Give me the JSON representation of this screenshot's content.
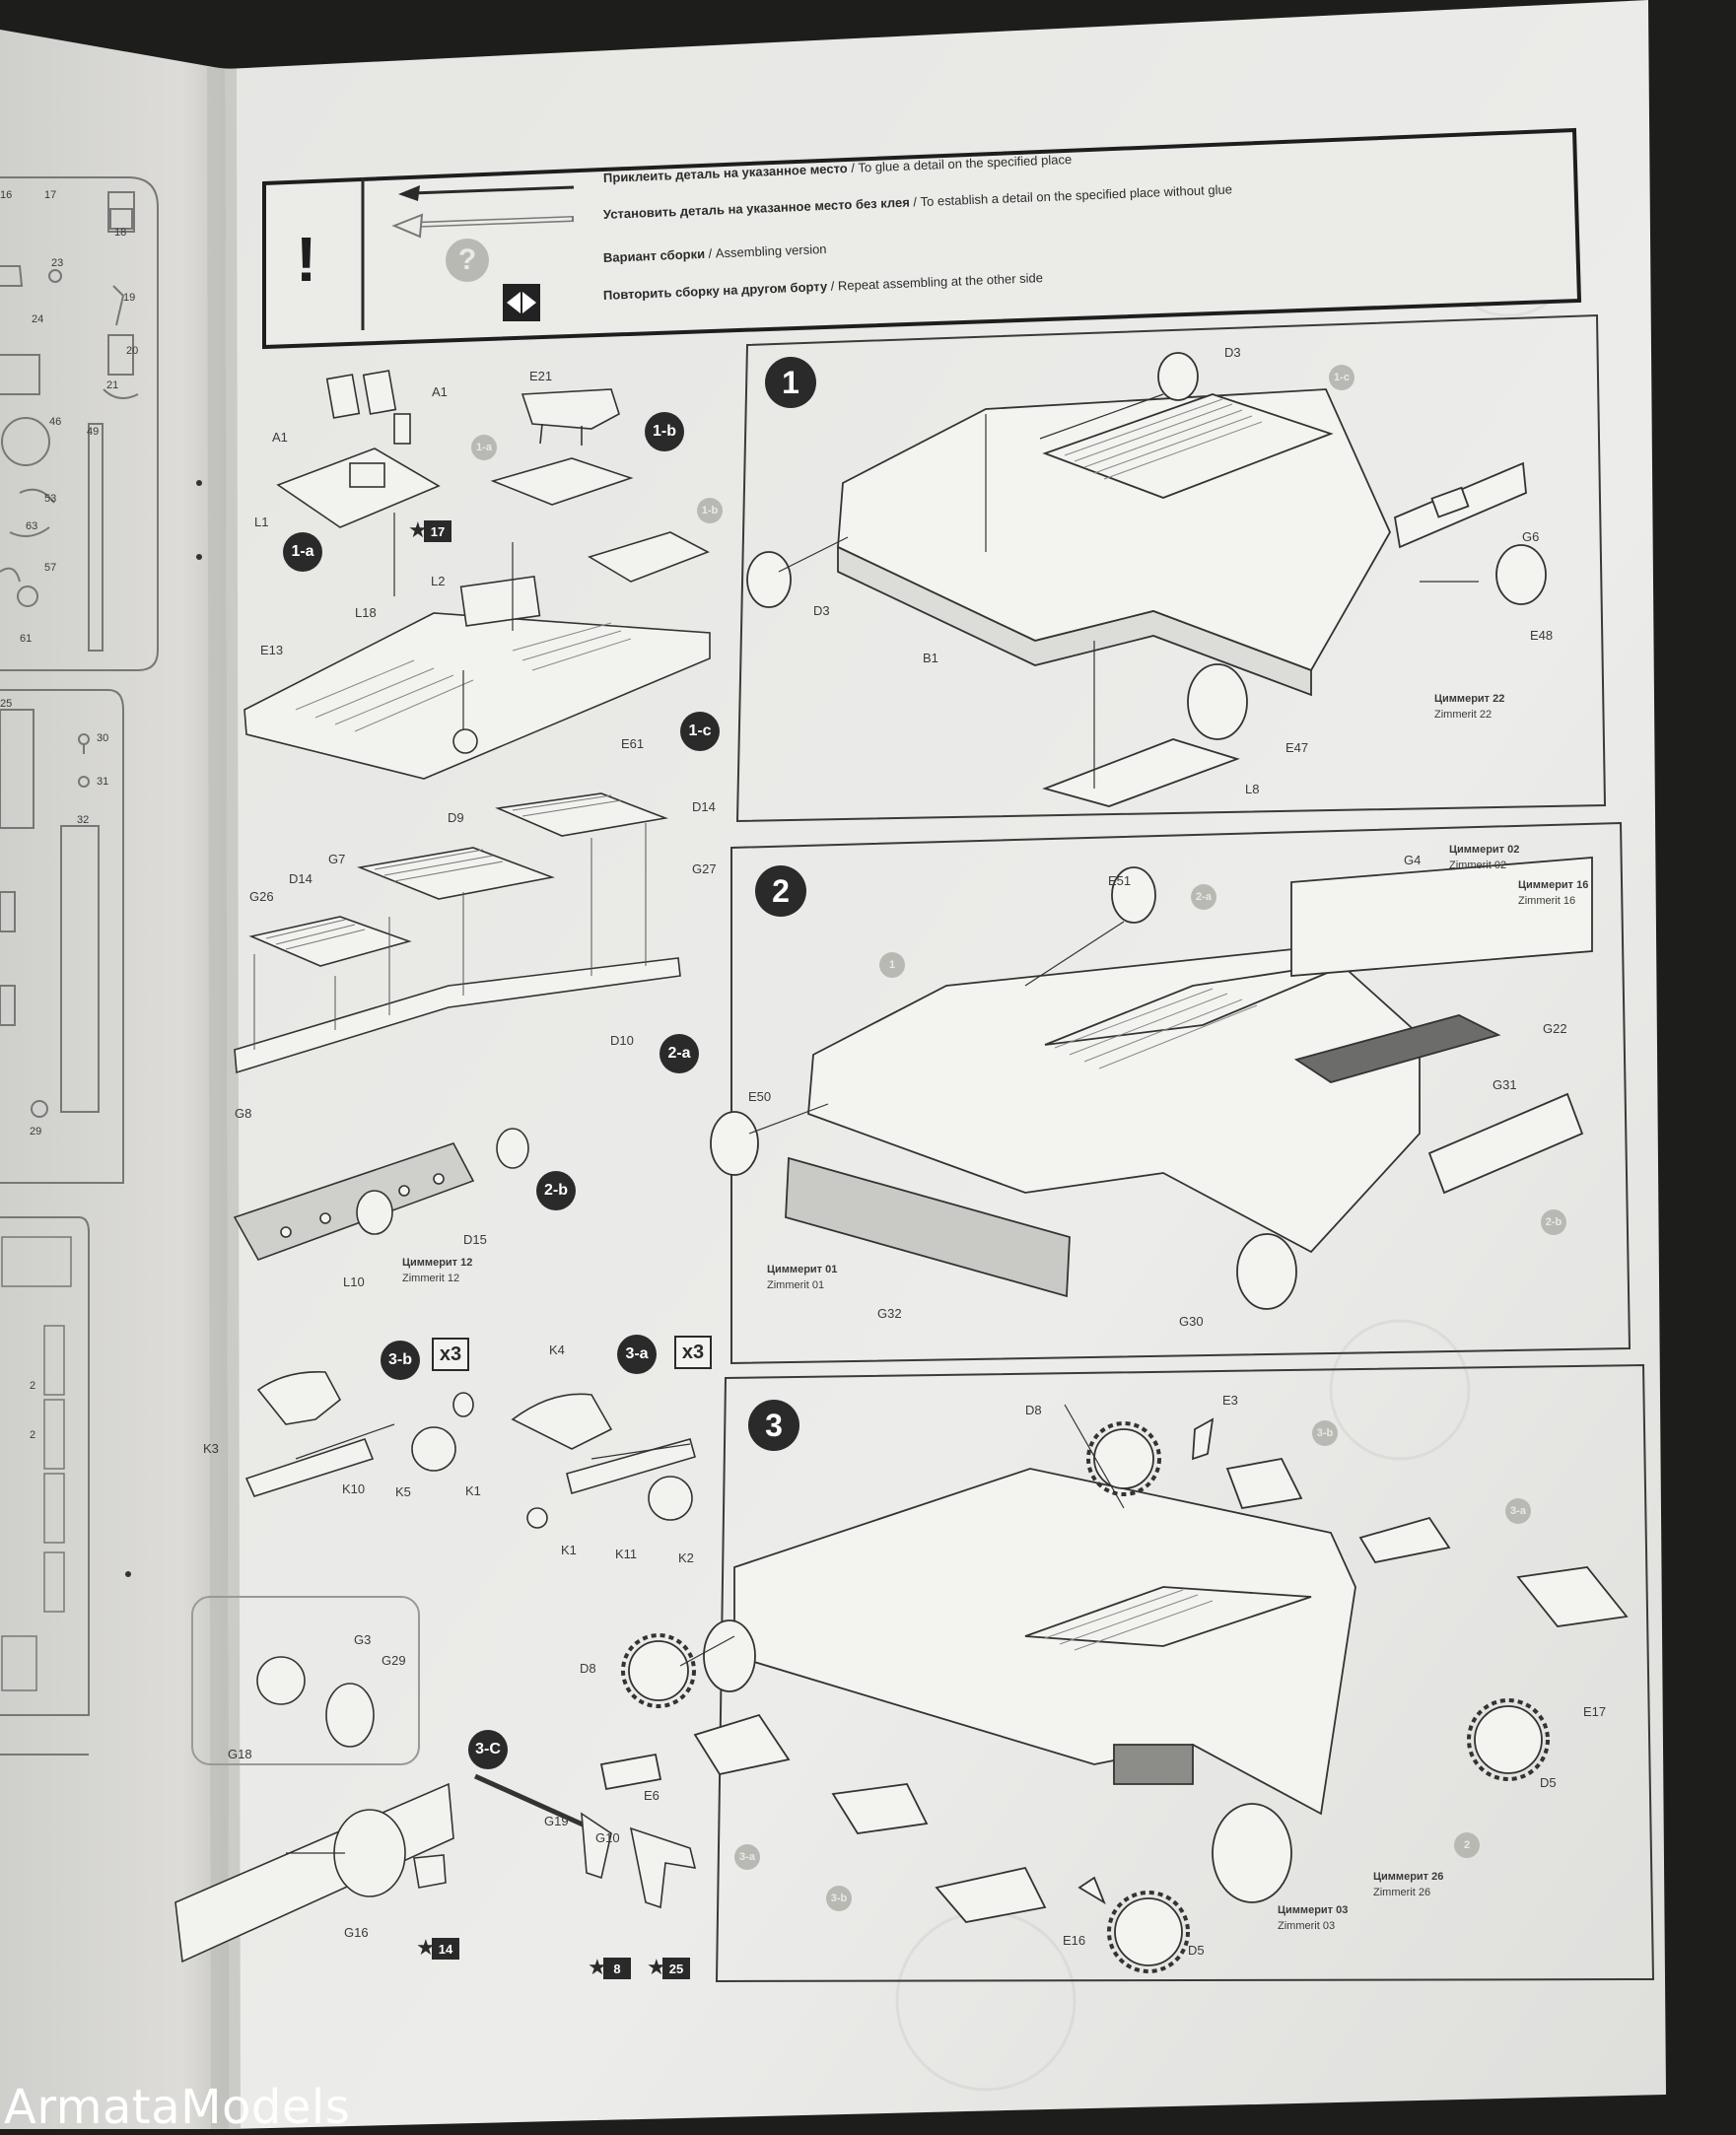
{
  "legend": {
    "items": [
      {
        "ru": "Приклеить деталь на указанное место",
        "en": "To glue a detail on the specified place"
      },
      {
        "ru": "Установить деталь на указанное место без клея",
        "en": "To establish a detail on the specified place without glue"
      },
      {
        "ru": "Вариант сборки",
        "en": "Assembling version"
      },
      {
        "ru": "Повторить сборку на другом борту",
        "en": "Repeat assembling at the other side"
      }
    ],
    "separator": " / ",
    "warn_symbol": "!",
    "question_symbol": "?"
  },
  "steps": {
    "s1": "1",
    "s2": "2",
    "s3": "3",
    "s1a": "1-a",
    "s1b": "1-b",
    "s1c": "1-c",
    "s2a": "2-a",
    "s2b": "2-b",
    "s3a": "3-a",
    "s3b": "3-b",
    "s3c": "3-C",
    "x3": "x3"
  },
  "paint_refs": {
    "r17": "17",
    "r14": "14",
    "r8": "8",
    "r25": "25"
  },
  "zimmerit": {
    "z22_ru": "Циммерит 22",
    "z22_en": "Zimmerit 22",
    "z02_ru": "Циммерит 02",
    "z02_en": "Zimmerit 02",
    "z16_ru": "Циммерит 16",
    "z16_en": "Zimmerit 16",
    "z01_ru": "Циммерит 01",
    "z01_en": "Zimmerit 01",
    "z12_ru": "Циммерит 12",
    "z12_en": "Zimmerit 12",
    "z26_ru": "Циммерит 26",
    "z26_en": "Zimmerit 26",
    "z03_ru": "Циммерит 03",
    "z03_en": "Zimmerit 03"
  },
  "parts": {
    "A1": "A1",
    "L1": "L1",
    "E21": "E21",
    "L2": "L2",
    "L18": "L18",
    "E13": "E13",
    "E61": "E61",
    "D9": "D9",
    "D14": "D14",
    "G7": "G7",
    "G26": "G26",
    "G27": "G27",
    "D10": "D10",
    "G8": "G8",
    "D15": "D15",
    "L10": "L10",
    "K3": "K3",
    "K10": "K10",
    "K5": "K5",
    "K1": "K1",
    "K4": "K4",
    "K11": "K11",
    "K2": "K2",
    "G3": "G3",
    "G29": "G29",
    "G18": "G18",
    "G16": "G16",
    "G19": "G19",
    "G10": "G10",
    "D3": "D3",
    "G6": "G6",
    "B1": "B1",
    "E48": "E48",
    "E47": "E47",
    "L8": "L8",
    "G4": "G4",
    "E51": "E51",
    "E50": "E50",
    "G22": "G22",
    "G31": "G31",
    "G32": "G32",
    "G30": "G30",
    "D8": "D8",
    "E3": "E3",
    "E6": "E6",
    "E17": "E17",
    "D5": "D5",
    "E16": "E16"
  },
  "sprue": {
    "n16": "16",
    "n17": "17",
    "n18": "18",
    "n19": "19",
    "n20": "20",
    "n21": "21",
    "n23": "23",
    "n24": "24",
    "n46": "46",
    "n49": "49",
    "n53": "53",
    "n63": "63",
    "n57": "57",
    "n61": "61",
    "n25": "25",
    "n30": "30",
    "n31": "31",
    "n32": "32",
    "n29": "29",
    "n2a": "2",
    "n2b": "2"
  },
  "watermark": "ArmataModels"
}
